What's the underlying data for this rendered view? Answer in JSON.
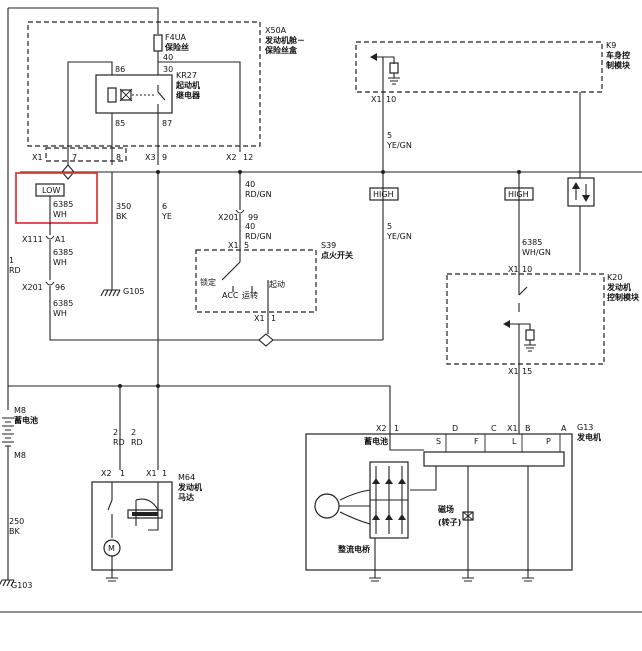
{
  "fuse_block": {
    "ref": "X50A",
    "name_line1": "发动机舱－",
    "name_line2": "保险丝盒"
  },
  "fuse": {
    "ref": "F4UA",
    "name": "保险丝",
    "pin_top": "40",
    "pin_bottom": "30"
  },
  "relay": {
    "ref": "KR27",
    "name_line1": "起动机",
    "name_line2": "继电器",
    "pin_86": "86",
    "pin_85": "85",
    "pin_87": "87"
  },
  "fuse_connectors": {
    "x1": "X1",
    "x1_pin": "7",
    "x1_pin8": "8",
    "x3": "X3",
    "x3_pin": "9",
    "x2": "X2",
    "x2_pin": "12"
  },
  "bcm": {
    "ref": "K9",
    "name_line1": "车身控",
    "name_line2": "制模块",
    "connector": "X1",
    "pin": "10"
  },
  "ecm": {
    "ref": "K20",
    "name_line1": "发动机",
    "name_line2": "控制模块",
    "conn_top": "X1",
    "pin_top": "10",
    "conn_bottom": "X1",
    "pin_bottom": "15"
  },
  "ignition": {
    "ref": "S39",
    "name": "点火开关",
    "connector": "X1",
    "pin_top": "5",
    "pin_bottom": "1",
    "lock": "锁定",
    "acc": "ACC",
    "run": "运转",
    "start": "起动"
  },
  "labels": {
    "low": "LOW",
    "high1": "HIGH",
    "high2": "HIGH"
  },
  "wires": {
    "w6385_a_num": "6385",
    "w6385_a_col": "WH",
    "w6385_b_num": "6385",
    "w6385_b_col": "WH",
    "w6385_c_num": "6385",
    "w6385_c_col": "WH",
    "w6385_d_num": "6385",
    "w6385_d_col": "WH/GN",
    "w350_num": "350",
    "w350_col": "BK",
    "w6_num": "6",
    "w6_col": "YE",
    "w40a_num": "40",
    "w40a_col": "RD/GN",
    "w40b_num": "40",
    "w40b_col": "RD/GN",
    "w5a_num": "5",
    "w5a_col": "YE/GN",
    "w5b_num": "5",
    "w5b_col": "YE/GN",
    "w1_num": "1",
    "w1_col": "RD",
    "w2a_num": "2",
    "w2a_col": "RD",
    "w2b_num": "2",
    "w2b_col": "RD",
    "w250_num": "250",
    "w250_col": "BK"
  },
  "connectors": {
    "x111": "X111",
    "x111_pin": "A1",
    "x201a": "X201",
    "x201a_pin": "96",
    "x201b": "X201",
    "x201b_pin": "99",
    "x2_motor": "X2",
    "x2_motor_pin": "1",
    "x1_motor": "X1",
    "x1_motor_pin": "1",
    "x2_gen": "X2",
    "x2_gen_pin": "1",
    "x1_gen": "X1"
  },
  "grounds": {
    "g105": "G105",
    "g103": "G103"
  },
  "battery": {
    "ref_top": "M8",
    "name": "蓄电池",
    "ref_bottom": "M8"
  },
  "motor": {
    "ref": "M64",
    "name_line1": "发动机",
    "name_line2": "马达",
    "symbol": "M"
  },
  "generator": {
    "ref": "G13",
    "name": "发电机",
    "battery_label": "蓄电池",
    "pin_d": "D",
    "pin_c": "C",
    "pin_b": "B",
    "pin_a": "A",
    "pin_s": "S",
    "pin_f": "F",
    "pin_l": "L",
    "pin_p": "P",
    "field_line1": "磁场",
    "field_line2": "(转子)",
    "rectifier": "整流电桥"
  }
}
